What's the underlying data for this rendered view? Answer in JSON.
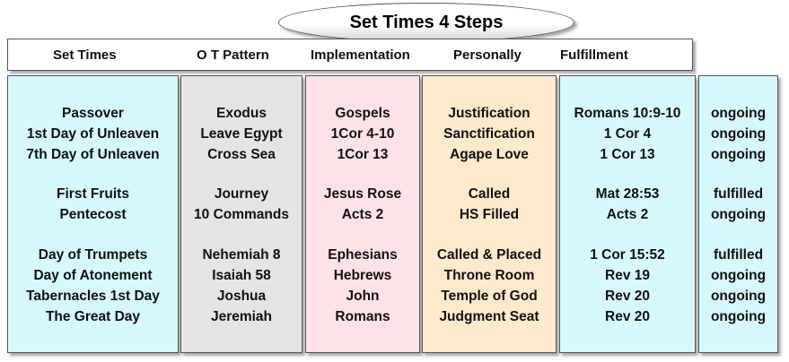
{
  "title": "Set Times 4 Steps",
  "headers": [
    "Set Times",
    "O T Pattern",
    "Implementation",
    "Personally",
    "Fulfillment"
  ],
  "columns": [
    {
      "name": "set-times",
      "color": "#d6f8fb",
      "groups": [
        [
          "Passover",
          "1st Day of Unleaven",
          "7th Day of Unleaven"
        ],
        [
          "First Fruits",
          "Pentecost"
        ],
        [
          "Day of Trumpets",
          "Day of Atonement",
          "Tabernacles 1st Day",
          "The Great Day"
        ]
      ]
    },
    {
      "name": "ot-pattern",
      "color": "#e4e4e4",
      "groups": [
        [
          "Exodus",
          "Leave Egypt",
          "Cross Sea"
        ],
        [
          "Journey",
          "10 Commands"
        ],
        [
          "Nehemiah 8",
          "Isaiah 58",
          "Joshua",
          "Jeremiah"
        ]
      ]
    },
    {
      "name": "implementation",
      "color": "#fde2e8",
      "groups": [
        [
          "Gospels",
          "1Cor 4-10",
          "1Cor 13"
        ],
        [
          "Jesus Rose",
          "Acts 2"
        ],
        [
          "Ephesians",
          "Hebrews",
          "John",
          "Romans"
        ]
      ]
    },
    {
      "name": "personally",
      "color": "#fde9cc",
      "groups": [
        [
          "Justification",
          "Sanctification",
          "Agape Love"
        ],
        [
          "Called",
          "HS Filled"
        ],
        [
          "Called & Placed",
          "Throne Room",
          "Temple of God",
          "Judgment Seat"
        ]
      ]
    },
    {
      "name": "fulfillment",
      "color": "#d6f8fb",
      "groups": [
        [
          "Romans 10:9-10",
          "1 Cor 4",
          "1 Cor 13"
        ],
        [
          "Mat 28:53",
          "Acts 2"
        ],
        [
          "1 Cor 15:52",
          "Rev 19",
          "Rev 20",
          "Rev 20"
        ]
      ]
    },
    {
      "name": "status",
      "color": "#d6f8fb",
      "groups": [
        [
          "ongoing",
          "ongoing",
          "ongoing"
        ],
        [
          "fulfilled",
          "ongoing"
        ],
        [
          "fulfilled",
          "ongoing",
          "ongoing",
          "ongoing"
        ]
      ]
    }
  ]
}
